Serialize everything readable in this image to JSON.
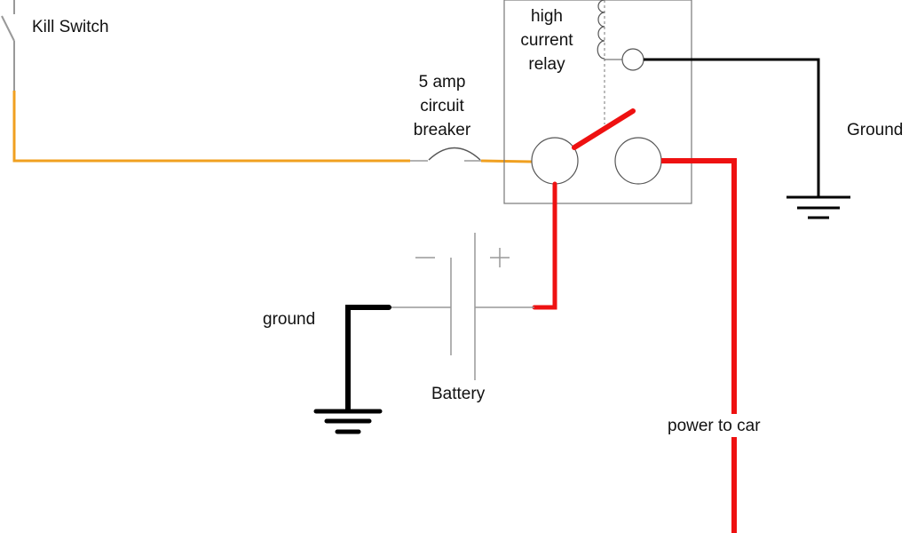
{
  "diagram": {
    "title": "Kill switch relay wiring",
    "labels": {
      "kill_switch": "Kill Switch",
      "breaker": "5 amp\ncircuit\nbreaker",
      "relay": "high\ncurrent\nrelay",
      "ground_right": "Ground",
      "ground_left": "ground",
      "battery": "Battery",
      "power_to_car": "power to car",
      "battery_minus": "−",
      "battery_plus": "+"
    },
    "colors": {
      "signal_wire": "#f0a020",
      "power_wire": "#ee1111",
      "ground_wire": "#000000",
      "thin_line": "#999999",
      "outline": "#555555"
    }
  }
}
